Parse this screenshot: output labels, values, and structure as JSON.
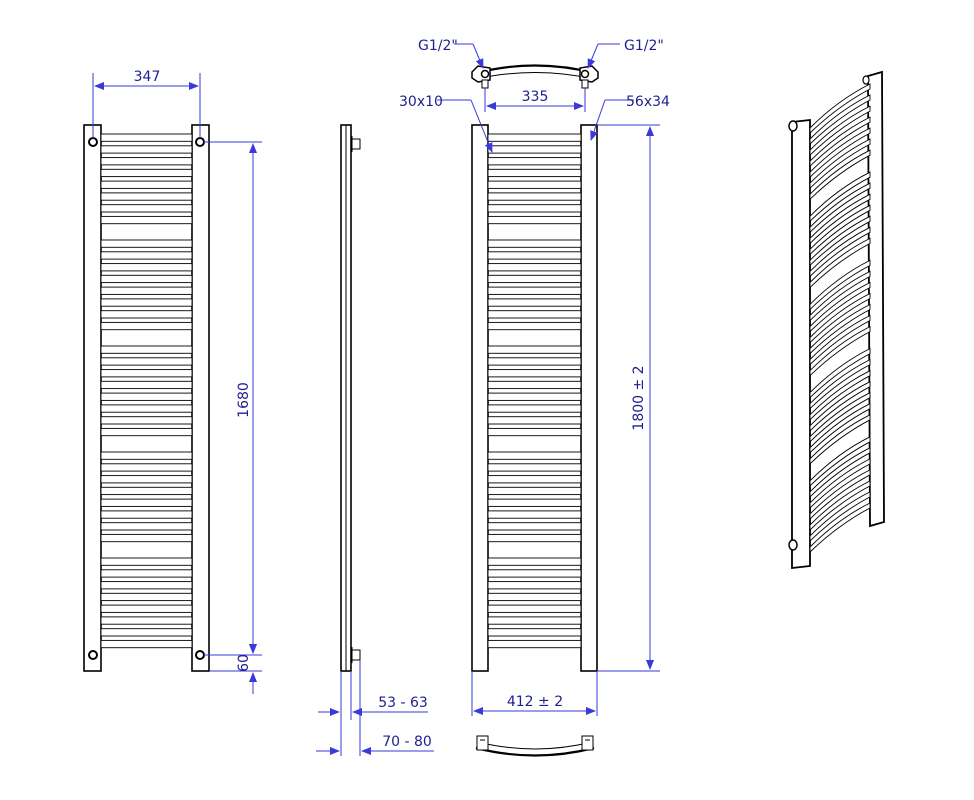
{
  "dimensions": {
    "front_width": "347",
    "front_height": "1680",
    "front_bottom_offset": "60",
    "side_depth_min": "53 - 63",
    "side_depth_max": "70 - 80",
    "top_connection_left": "G1/2\"",
    "top_connection_right": "G1/2\"",
    "top_spacing": "335",
    "rail_profile": "30x10",
    "frame_profile": "56x34",
    "total_height": "1800  ± 2",
    "total_width": "412 ± 2"
  },
  "drawing": {
    "front_rails": 45,
    "perspective_rails": 40,
    "line_color": "#000000",
    "dimension_color": "#3a3adb"
  }
}
